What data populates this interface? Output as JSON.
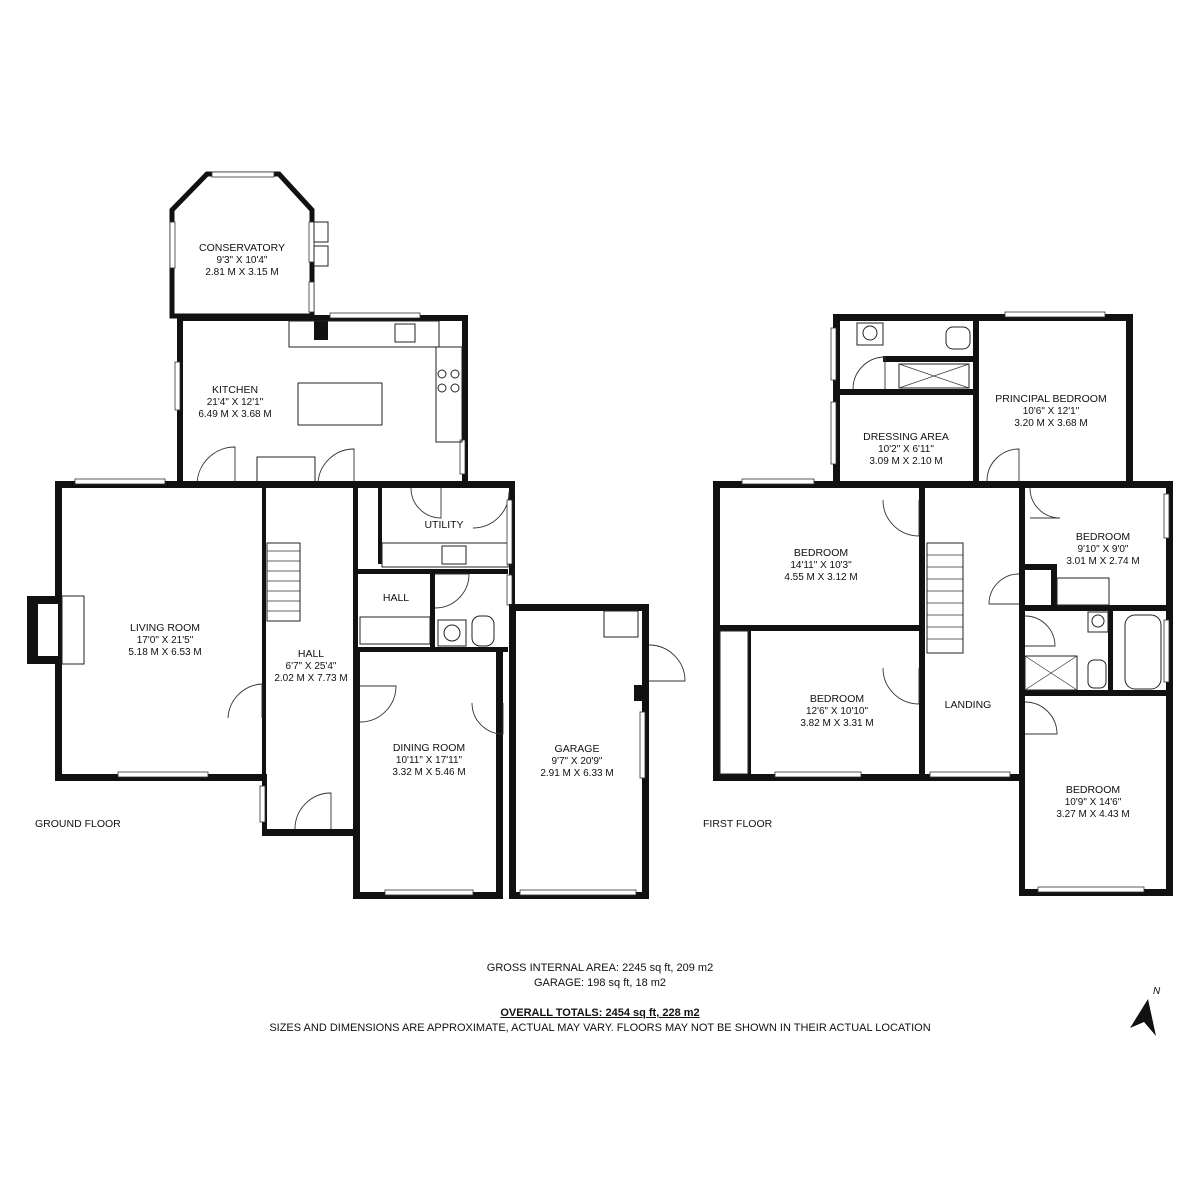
{
  "floors": [
    {
      "label": "GROUND FLOOR",
      "rooms": [
        {
          "id": "conservatory",
          "name": "CONSERVATORY",
          "imperial": "9'3\" X 10'4\"",
          "metric": "2.81 M X 3.15 M"
        },
        {
          "id": "kitchen",
          "name": "KITCHEN",
          "imperial": "21'4\" X 12'1\"",
          "metric": "6.49 M X 3.68 M"
        },
        {
          "id": "living-room",
          "name": "LIVING ROOM",
          "imperial": "17'0\" X 21'5\"",
          "metric": "5.18 M X 6.53 M"
        },
        {
          "id": "hall",
          "name": "HALL",
          "imperial": "6'7\" X 25'4\"",
          "metric": "2.02 M X 7.73 M"
        },
        {
          "id": "utility",
          "name": "UTILITY"
        },
        {
          "id": "hall-small",
          "name": "HALL"
        },
        {
          "id": "dining-room",
          "name": "DINING ROOM",
          "imperial": "10'11\" X 17'11\"",
          "metric": "3.32 M X 5.46 M"
        },
        {
          "id": "garage",
          "name": "GARAGE",
          "imperial": "9'7\" X 20'9\"",
          "metric": "2.91 M X 6.33 M"
        }
      ]
    },
    {
      "label": "FIRST FLOOR",
      "rooms": [
        {
          "id": "principal-bedroom",
          "name": "PRINCIPAL BEDROOM",
          "imperial": "10'6\" X 12'1\"",
          "metric": "3.20 M X 3.68 M"
        },
        {
          "id": "dressing-area",
          "name": "DRESSING AREA",
          "imperial": "10'2\" X 6'11\"",
          "metric": "3.09 M X 2.10 M"
        },
        {
          "id": "bedroom-1",
          "name": "BEDROOM",
          "imperial": "14'11\" X 10'3\"",
          "metric": "4.55 M X 3.12 M"
        },
        {
          "id": "bedroom-2",
          "name": "BEDROOM",
          "imperial": "9'10\" X 9'0\"",
          "metric": "3.01 M X 2.74 M"
        },
        {
          "id": "bedroom-3",
          "name": "BEDROOM",
          "imperial": "12'6\" X 10'10\"",
          "metric": "3.82 M X 3.31 M"
        },
        {
          "id": "landing",
          "name": "LANDING"
        },
        {
          "id": "bedroom-4",
          "name": "BEDROOM",
          "imperial": "10'9\" X 14'6\"",
          "metric": "3.27 M X 4.43 M"
        }
      ]
    }
  ],
  "footer": {
    "gross_internal_area": "GROSS INTERNAL AREA: 2245 sq ft, 209 m2",
    "garage_area": "GARAGE: 198 sq ft, 18 m2",
    "overall_totals": "OVERALL TOTALS: 2454 sq ft, 228 m2",
    "disclaimer": "SIZES AND DIMENSIONS ARE APPROXIMATE, ACTUAL MAY VARY.  FLOORS MAY NOT BE SHOWN IN THEIR ACTUAL LOCATION"
  },
  "compass": {
    "label": "N"
  },
  "colors": {
    "wall": "#111111",
    "background": "#ffffff"
  }
}
